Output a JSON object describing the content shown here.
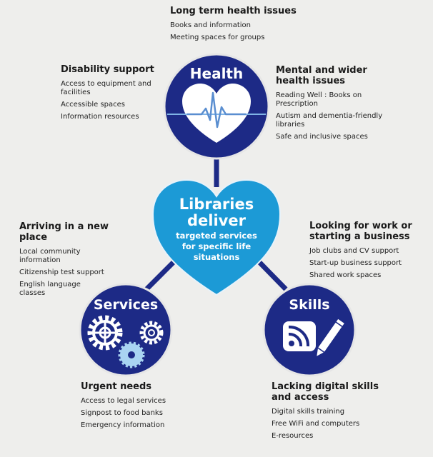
{
  "hub": {
    "title_line1": "Libraries",
    "title_line2": "deliver",
    "sub_line1": "targeted services",
    "sub_line2": "for specific life",
    "sub_line3": "situations"
  },
  "circles": {
    "health": "Health",
    "services": "Services",
    "skills": "Skills"
  },
  "sections": {
    "long_term": {
      "heading": "Long term health issues",
      "items": [
        "Books and information",
        "Meeting spaces for groups"
      ]
    },
    "disability": {
      "heading": "Disability support",
      "items": [
        "Access to equipment and facilities",
        "Accessible spaces",
        "Information resources"
      ]
    },
    "mental": {
      "heading": "Mental and wider health issues",
      "items": [
        "Reading Well : Books on Prescription",
        "Autism and dementia-friendly libraries",
        "Safe and inclusive spaces"
      ]
    },
    "arriving": {
      "heading": "Arriving in a new place",
      "items": [
        "Local community information",
        "Citizenship test support",
        "English language classes"
      ]
    },
    "work": {
      "heading": "Looking for work or starting a business",
      "items": [
        "Job clubs and CV support",
        "Start-up business support",
        "Shared work spaces"
      ]
    },
    "urgent": {
      "heading": "Urgent needs",
      "items": [
        "Access to legal services",
        "Signpost to food banks",
        "Emergency information"
      ]
    },
    "digital": {
      "heading": "Lacking digital skills and access",
      "items": [
        "Digital skills training",
        "Free WiFi and computers",
        "E-resources"
      ]
    }
  },
  "colors": {
    "navy": "#1d2a86",
    "hub": "#1c9ad6",
    "background": "#eeeeec"
  }
}
